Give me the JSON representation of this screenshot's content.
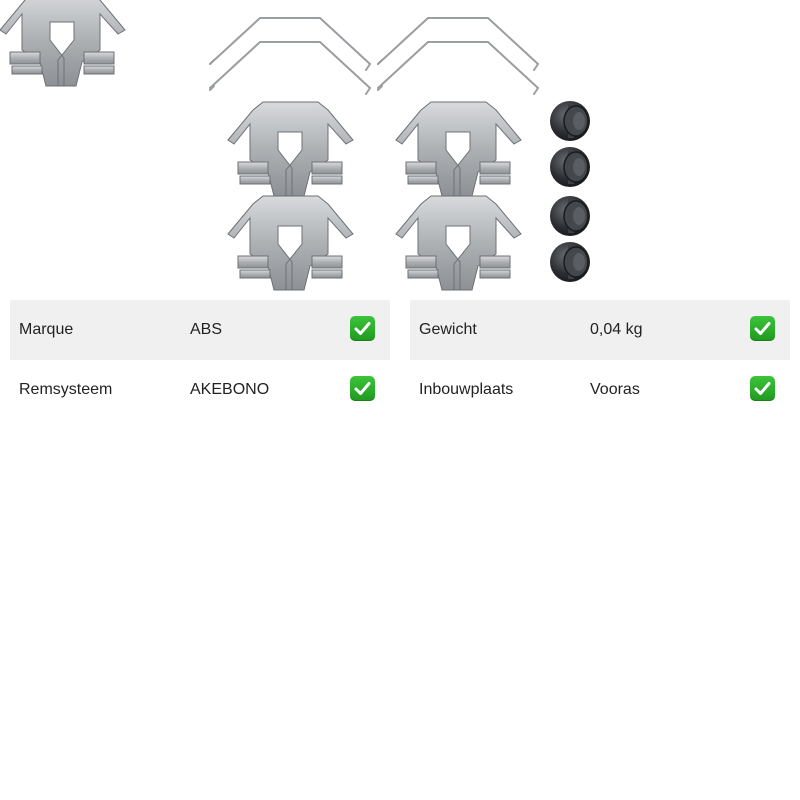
{
  "specs_left": [
    {
      "label": "Marque",
      "value": "ABS",
      "status": "check-icon"
    },
    {
      "label": "Remsysteem",
      "value": "AKEBONO",
      "status": "check-icon"
    }
  ],
  "specs_right": [
    {
      "label": "Gewicht",
      "value": "0,04 kg",
      "status": "check-icon"
    },
    {
      "label": "Inbouwplaats",
      "value": "Vooras",
      "status": "check-icon"
    }
  ],
  "colors": {
    "row_shade": "#f0f0f0",
    "check_green": "#2ab42a",
    "metal": "#b7b9bb",
    "rubber": "#2b2d30"
  }
}
